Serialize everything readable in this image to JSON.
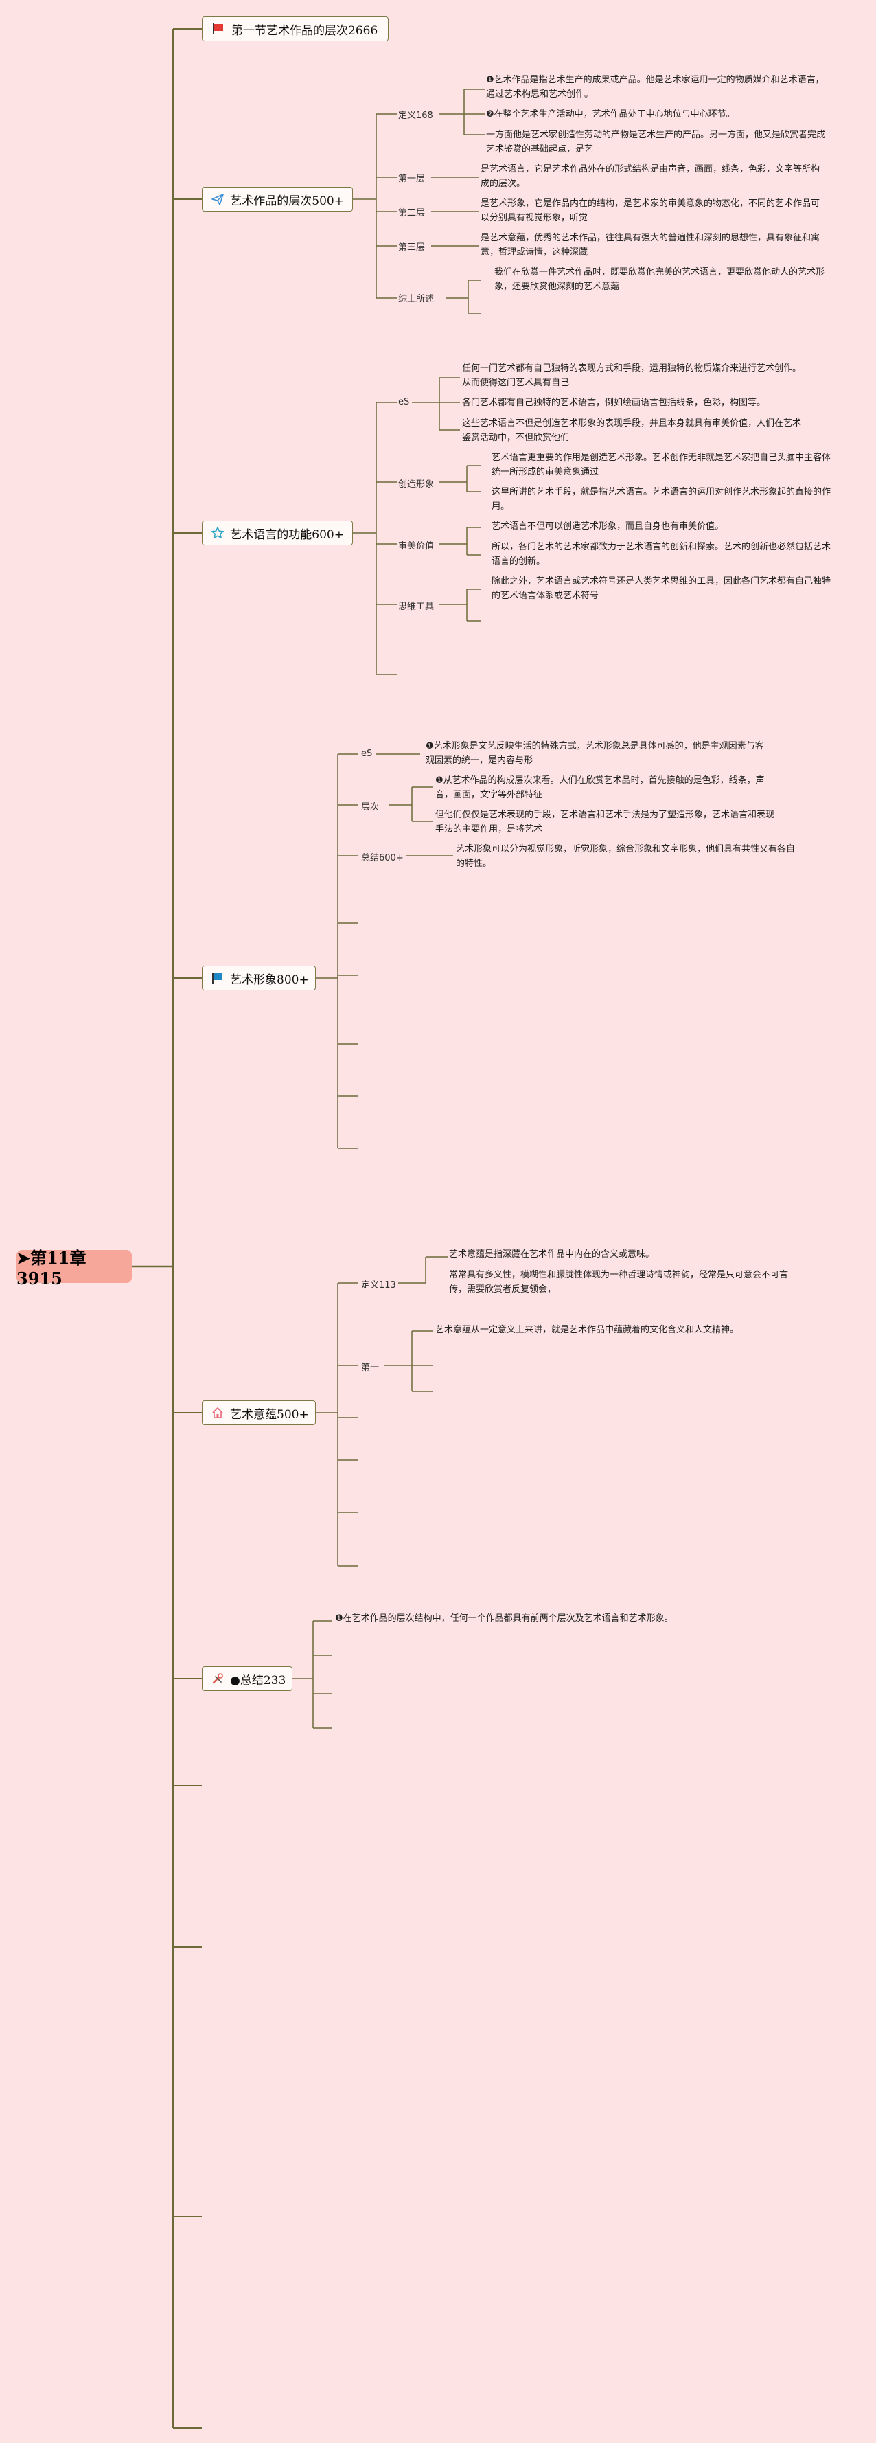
{
  "root": {
    "label": "➤第11章3915"
  },
  "topics": [
    {
      "label": "第一节艺术作品的层次2666",
      "icon": "red-flag-icon"
    },
    {
      "label": "艺术作品的层次500+",
      "icon": "paper-plane-icon",
      "children": [
        {
          "label": "定义168",
          "leaves": [
            "❶艺术作品是指艺术生产的成果或产品。他是艺术家运用一定的物质媒介和艺术语言，通过艺术构思和艺术创作。",
            "❷在整个艺术生产活动中，艺术作品处于中心地位与中心环节。",
            "一方面他是艺术家创造性劳动的产物是艺术生产的产品。另一方面，他又是欣赏者完成艺术鉴赏的基础起点，是艺"
          ]
        },
        {
          "label": "第一层",
          "leaves": [
            "是艺术语言，它是艺术作品外在的形式结构是由声音，画面，线条，色彩，文字等所构成的层次。"
          ]
        },
        {
          "label": "第二层",
          "leaves": [
            "是艺术形象，它是作品内在的结构，是艺术家的审美意象的物态化，不同的艺术作品可以分别具有视觉形象，听觉"
          ]
        },
        {
          "label": "第三层",
          "leaves": [
            "是艺术意蕴，优秀的艺术作品，往往具有强大的普遍性和深刻的思想性，具有象征和寓意，哲理或诗情，这种深藏"
          ]
        },
        {
          "label": "综上所述",
          "leaves": [
            "我们在欣赏一件艺术作品时，既要欣赏他完美的艺术语言，更要欣赏他动人的艺术形象，还要欣赏他深刻的艺术意蕴"
          ]
        }
      ]
    },
    {
      "label": "艺术语言的功能600+",
      "icon": "star-icon",
      "children": [
        {
          "label": "eS",
          "leaves": [
            "任何一门艺术都有自己独特的表现方式和手段，运用独特的物质媒介来进行艺术创作。从而使得这门艺术具有自己",
            "各门艺术都有自己独特的艺术语言，例如绘画语言包括线条，色彩，构图等。",
            "这些艺术语言不但是创造艺术形象的表现手段，并且本身就具有审美价值，人们在艺术鉴赏活动中，不但欣赏他们"
          ]
        },
        {
          "label": "创造形象",
          "leaves": [
            "艺术语言更重要的作用是创造艺术形象。艺术创作无非就是艺术家把自己头脑中主客体统一所形成的审美意象通过",
            "这里所讲的艺术手段，就是指艺术语言。艺术语言的运用对创作艺术形象起的直接的作用。"
          ]
        },
        {
          "label": "审美价值",
          "leaves": [
            "艺术语言不但可以创造艺术形象，而且自身也有审美价值。",
            "所以，各门艺术的艺术家都致力于艺术语言的创新和探索。艺术的创新也必然包括艺术语言的创新。"
          ]
        },
        {
          "label": "思维工具",
          "leaves": [
            "除此之外，艺术语言或艺术符号还是人类艺术思维的工具，因此各门艺术都有自己独特的艺术语言体系或艺术符号"
          ]
        }
      ]
    },
    {
      "label": "艺术形象800+",
      "icon": "blue-flag-icon",
      "children": [
        {
          "label": "eS",
          "leaves": [
            "❶艺术形象是文艺反映生活的特殊方式，艺术形象总是具体可感的，他是主观因素与客观因素的统一，是内容与形"
          ]
        },
        {
          "label": "层次",
          "leaves": [
            "❶从艺术作品的构成层次来看。人们在欣赏艺术品时，首先接触的是色彩，线条，声音，画面，文字等外部特征",
            "但他们仅仅是艺术表现的手段，艺术语言和艺术手法是为了塑造形象，艺术语言和表现手法的主要作用，是将艺术"
          ]
        },
        {
          "label": "总结600+",
          "leaves": [
            "艺术形象可以分为视觉形象，听觉形象，综合形象和文字形象，他们具有共性又有各自的特性。"
          ]
        }
      ]
    },
    {
      "label": "艺术意蕴500+",
      "icon": "house-icon",
      "children": [
        {
          "label": "定义113",
          "leaves": [
            "艺术意蕴是指深藏在艺术作品中内在的含义或意味。",
            "常常具有多义性，模糊性和朦胧性体现为一种哲理诗情或神韵，经常是只可意会不可言传，需要欣赏者反复领会，"
          ]
        },
        {
          "label": "第一",
          "leaves": [
            "艺术意蕴从一定意义上来讲，就是艺术作品中蕴藏着的文化含义和人文精神。"
          ]
        }
      ]
    },
    {
      "label": "●总结233",
      "icon": "tools-icon",
      "leaves": [
        "❶在艺术作品的层次结构中，任何一个作品都具有前两个层次及艺术语言和艺术形象。"
      ]
    }
  ],
  "colors": {
    "background": "#fde3e3",
    "root_fill": "#f7a79a",
    "branch_line": "#6d6a3a",
    "node_border": "#7d7a48"
  }
}
